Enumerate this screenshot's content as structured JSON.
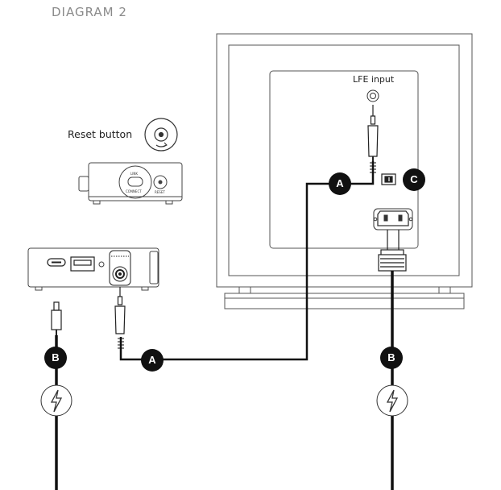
{
  "diagram_title": "DIAGRAM 2",
  "labels": {
    "lfe_input": "LFE input",
    "reset_button": "Reset button",
    "link": "LINK",
    "connect": "CONNECT",
    "reset": "RESET"
  },
  "badges": {
    "a": "A",
    "b": "B",
    "c": "C"
  },
  "colors": {
    "line": "#111111",
    "outline": "#555555",
    "title": "#8a8a8a",
    "badge_fill": "#111111",
    "badge_text": "#ffffff"
  },
  "icons": [
    "power-icon",
    "reset-icon",
    "usb-c-port-icon",
    "usb-a-port-icon",
    "rca-jack-icon",
    "iec-socket-icon",
    "switch-icon"
  ]
}
